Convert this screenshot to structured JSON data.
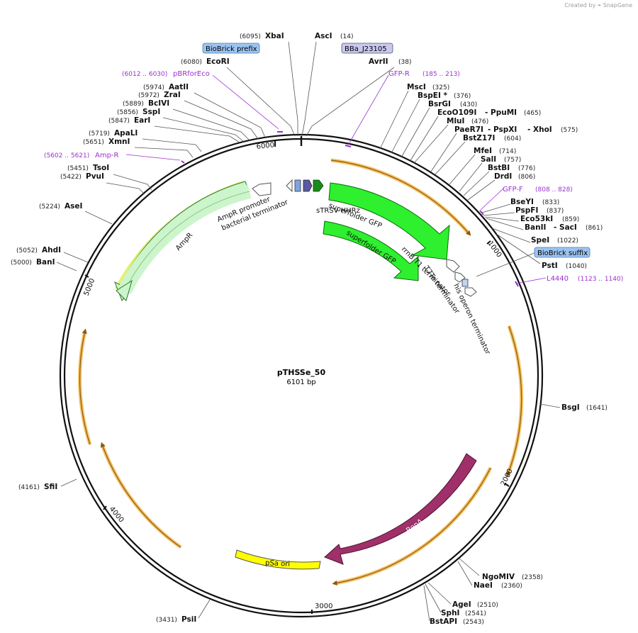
{
  "credit": {
    "created_by": "Created by",
    "brand": "SnapGene"
  },
  "plasmid": {
    "name": "pTHSSe_50",
    "length": "6101 bp"
  },
  "colors": {
    "primer": "#9b30d0",
    "gfp": "#2ef02e",
    "ampr": "#ccf5cc",
    "repA": "#a0306a",
    "ori": "#ffff00",
    "orf": "#f5c060"
  },
  "ticks": [
    {
      "label": "1000",
      "bp": 1000
    },
    {
      "label": "2000",
      "bp": 2000
    },
    {
      "label": "3000",
      "bp": 3000
    },
    {
      "label": "4000",
      "bp": 4000
    },
    {
      "label": "5000",
      "bp": 5000
    },
    {
      "label": "6000",
      "bp": 6000
    }
  ],
  "enzymes": [
    {
      "name": "XbaI",
      "pos": "(6095)",
      "bp": 6095
    },
    {
      "name": "AscI",
      "pos": "(14)",
      "bp": 14
    },
    {
      "name": "EcoRI",
      "pos": "(6080)",
      "bp": 6080
    },
    {
      "name": "AvrII",
      "pos": "(38)",
      "bp": 38
    },
    {
      "name": "AatII",
      "pos": "(5974)",
      "bp": 5974
    },
    {
      "name": "ZraI",
      "pos": "(5972)",
      "bp": 5972
    },
    {
      "name": "BcIVI",
      "pos": "(5889)",
      "bp": 5889
    },
    {
      "name": "SspI",
      "pos": "(5856)",
      "bp": 5856
    },
    {
      "name": "EarI",
      "pos": "(5847)",
      "bp": 5847
    },
    {
      "name": "ApaLI",
      "pos": "(5719)",
      "bp": 5719
    },
    {
      "name": "XmnI",
      "pos": "(5651)",
      "bp": 5651
    },
    {
      "name": "TsoI",
      "pos": "(5451)",
      "bp": 5451
    },
    {
      "name": "PvuI",
      "pos": "(5422)",
      "bp": 5422
    },
    {
      "name": "AseI",
      "pos": "(5224)",
      "bp": 5224
    },
    {
      "name": "AhdI",
      "pos": "(5052)",
      "bp": 5052
    },
    {
      "name": "BanI",
      "pos": "(5000)",
      "bp": 5000
    },
    {
      "name": "SfiI",
      "pos": "(4161)",
      "bp": 4161
    },
    {
      "name": "PsiI",
      "pos": "(3431)",
      "bp": 3431
    },
    {
      "name": "MscI",
      "pos": "(325)",
      "bp": 325
    },
    {
      "name": "BspEI *",
      "pos": "(376)",
      "bp": 376
    },
    {
      "name": "BsrGI",
      "pos": "(430)",
      "bp": 430
    },
    {
      "name": "EcoO109I",
      "pos": "",
      "bp": 465
    },
    {
      "name": "- PpuMI",
      "pos": "(465)",
      "bp": 465
    },
    {
      "name": "MluI",
      "pos": "(476)",
      "bp": 476
    },
    {
      "name": "PaeR7I",
      "pos": "",
      "bp": 575
    },
    {
      "name": "- PspXI",
      "pos": "",
      "bp": 575
    },
    {
      "name": "- XhoI",
      "pos": "(575)",
      "bp": 575
    },
    {
      "name": "BstZ17I",
      "pos": "(604)",
      "bp": 604
    },
    {
      "name": "MfeI",
      "pos": "(714)",
      "bp": 714
    },
    {
      "name": "SalI",
      "pos": "(757)",
      "bp": 757
    },
    {
      "name": "BstBI",
      "pos": "(776)",
      "bp": 776
    },
    {
      "name": "DrdI",
      "pos": "(806)",
      "bp": 806
    },
    {
      "name": "BseYI",
      "pos": "(833)",
      "bp": 833
    },
    {
      "name": "PspFI",
      "pos": "(837)",
      "bp": 837
    },
    {
      "name": "Eco53kI",
      "pos": "(859)",
      "bp": 859
    },
    {
      "name": "BanII",
      "pos": "",
      "bp": 861
    },
    {
      "name": "- SacI",
      "pos": "(861)",
      "bp": 861
    },
    {
      "name": "SpeI",
      "pos": "(1022)",
      "bp": 1022
    },
    {
      "name": "PstI",
      "pos": "(1040)",
      "bp": 1040
    },
    {
      "name": "BsgI",
      "pos": "(1641)",
      "bp": 1641
    },
    {
      "name": "NgoMIV",
      "pos": "(2358)",
      "bp": 2358
    },
    {
      "name": "NaeI",
      "pos": "(2360)",
      "bp": 2360
    },
    {
      "name": "AgeI",
      "pos": "(2510)",
      "bp": 2510
    },
    {
      "name": "SphI",
      "pos": "(2541)",
      "bp": 2541
    },
    {
      "name": "BstAPI",
      "pos": "(2543)",
      "bp": 2543
    }
  ],
  "primers": [
    {
      "name": "pBRforEco",
      "pos": "(6012 .. 6030)",
      "bp": 6021
    },
    {
      "name": "GFP-R",
      "pos": "(185 .. 213)",
      "bp": 199
    },
    {
      "name": "Amp-R",
      "pos": "(5602 .. 5621)",
      "bp": 5611
    },
    {
      "name": "GFP-F",
      "pos": "(808 .. 828)",
      "bp": 818
    },
    {
      "name": "L4440",
      "pos": "(1123 .. 1140)",
      "bp": 1131
    }
  ],
  "boxed_features": [
    {
      "name": "BioBrick prefix"
    },
    {
      "name": "BBa_J23105"
    },
    {
      "name": "BioBrick suffix"
    }
  ],
  "features": [
    {
      "name": "superfolder GFP",
      "label_id": "gfp1"
    },
    {
      "name": "superfolder GFP",
      "label_id": "gfp2"
    },
    {
      "name": "sTRSV HHRz"
    },
    {
      "name": "rrnB T1 terminator"
    },
    {
      "name": "T7Te terminator"
    },
    {
      "name": "his operon terminator"
    },
    {
      "name": "AmpR promoter"
    },
    {
      "name": "bacterial terminator"
    },
    {
      "name": "AmpR"
    },
    {
      "name": "RepA"
    },
    {
      "name": "pSa ori"
    }
  ]
}
